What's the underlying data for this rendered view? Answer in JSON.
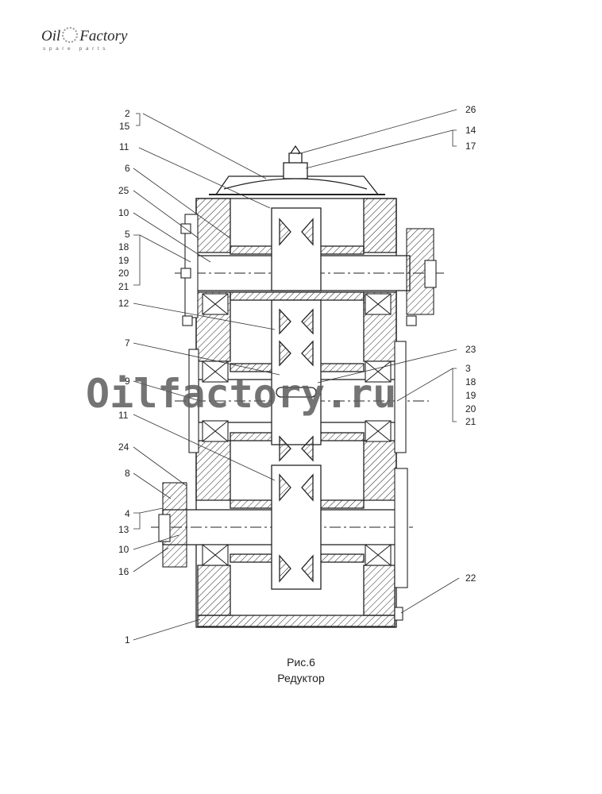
{
  "logo": {
    "word1": "Oil",
    "word2": "Factory",
    "tagline": "spare parts"
  },
  "watermark": "Oilfactory.ru",
  "caption": {
    "figure": "Рис.6",
    "title": "Редуктор"
  },
  "labels": {
    "l2": "2",
    "l15": "15",
    "l11a": "11",
    "l6": "6",
    "l25": "25",
    "l10a": "10",
    "l5": "5",
    "l18a": "18",
    "l19a": "19",
    "l20a": "20",
    "l21a": "21",
    "l12": "12",
    "l7": "7",
    "l9": "9",
    "l11b": "11",
    "l24": "24",
    "l8": "8",
    "l4": "4",
    "l13": "13",
    "l10b": "10",
    "l16": "16",
    "l1": "1",
    "l26": "26",
    "l14": "14",
    "l17": "17",
    "l23": "23",
    "l3": "3",
    "l18b": "18",
    "l19b": "19",
    "l20b": "20",
    "l21b": "21",
    "l22": "22"
  },
  "colors": {
    "line": "#222222",
    "watermark": "#5c5c5c"
  }
}
